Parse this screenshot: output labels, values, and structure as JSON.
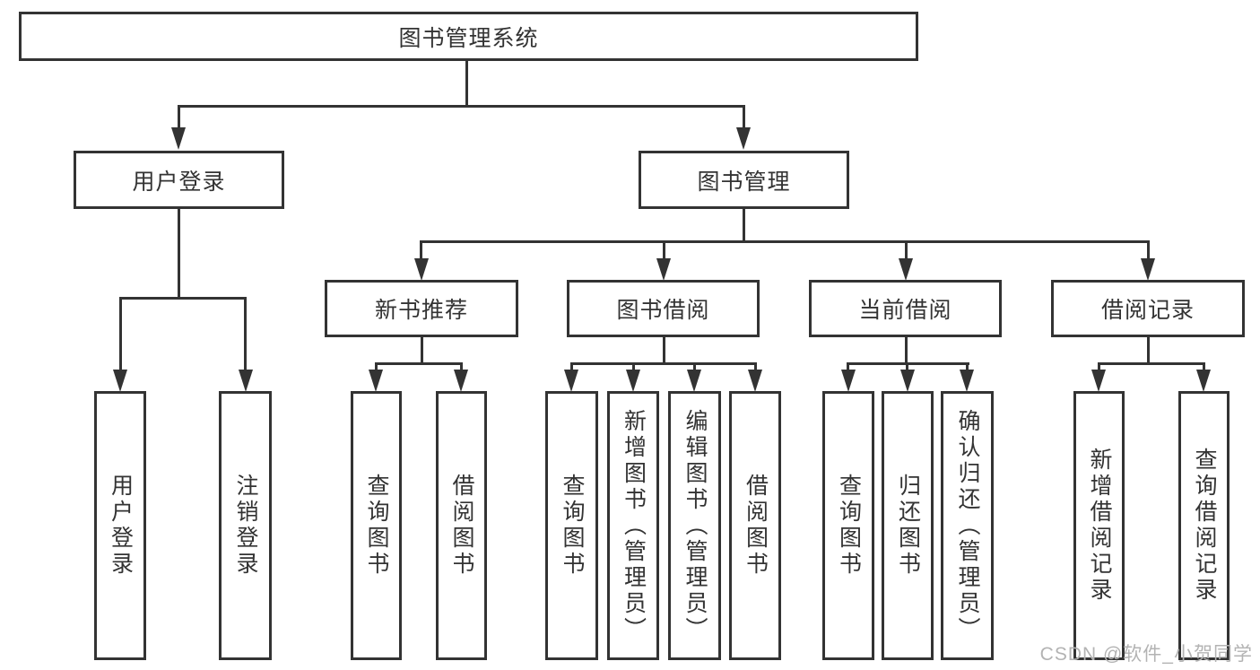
{
  "diagram": {
    "type": "hierarchy-tree",
    "root": {
      "label": "图书管理系统",
      "children": [
        {
          "label": "用户登录",
          "children": [
            {
              "label": "用户登录"
            },
            {
              "label": "注销登录"
            }
          ]
        },
        {
          "label": "图书管理",
          "children": [
            {
              "label": "新书推荐",
              "children": [
                {
                  "label": "查询图书"
                },
                {
                  "label": "借阅图书"
                }
              ]
            },
            {
              "label": "图书借阅",
              "children": [
                {
                  "label": "查询图书"
                },
                {
                  "label": "新增图书（管理员）"
                },
                {
                  "label": "编辑图书（管理员）"
                },
                {
                  "label": "借阅图书"
                }
              ]
            },
            {
              "label": "当前借阅",
              "children": [
                {
                  "label": "查询图书"
                },
                {
                  "label": "归还图书"
                },
                {
                  "label": "确认归还（管理员）"
                }
              ]
            },
            {
              "label": "借阅记录",
              "children": [
                {
                  "label": "新增借阅记录"
                },
                {
                  "label": "查询借阅记录"
                }
              ]
            }
          ]
        }
      ]
    }
  },
  "watermark": {
    "text": "CSDN @软件_小贺同学"
  },
  "colors": {
    "line": "#333333",
    "text": "#333333",
    "box_background": "#ffffff",
    "watermark": "#b3b3b3",
    "background": "#ffffff"
  }
}
